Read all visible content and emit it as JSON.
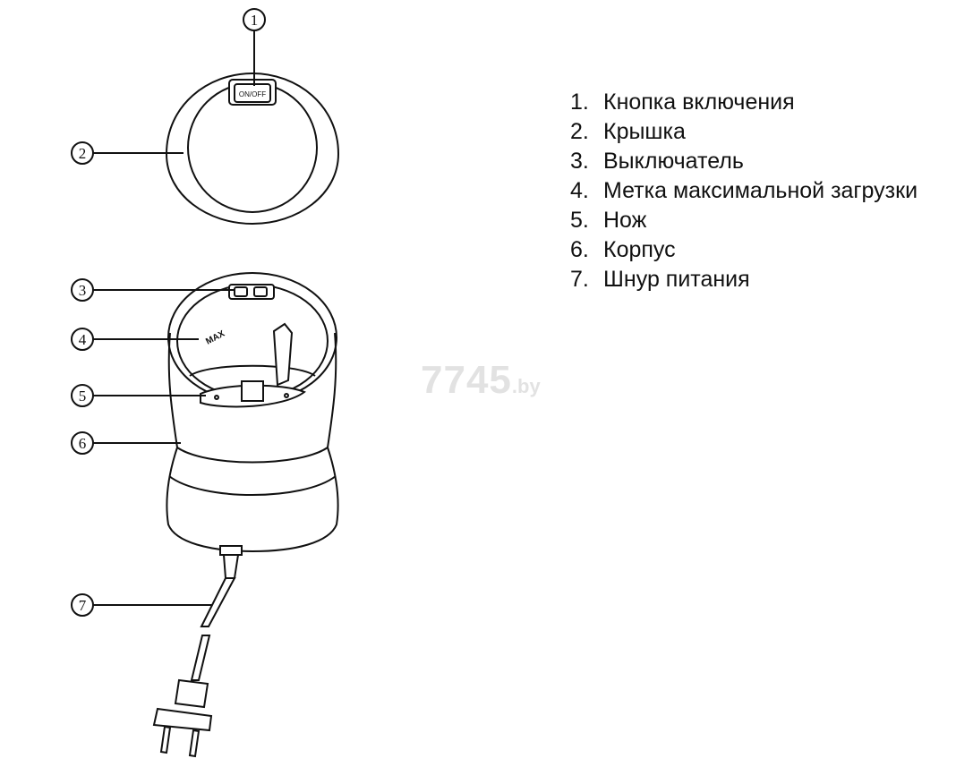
{
  "callouts": [
    {
      "num": "1"
    },
    {
      "num": "2"
    },
    {
      "num": "3"
    },
    {
      "num": "4"
    },
    {
      "num": "5"
    },
    {
      "num": "6"
    },
    {
      "num": "7"
    }
  ],
  "legend": [
    {
      "num": "1.",
      "label": "Кнопка включения"
    },
    {
      "num": "2.",
      "label": "Крышка"
    },
    {
      "num": "3.",
      "label": "Выключатель"
    },
    {
      "num": "4.",
      "label": "Метка максимальной загрузки"
    },
    {
      "num": "5.",
      "label": "Нож"
    },
    {
      "num": "6.",
      "label": "Корпус"
    },
    {
      "num": "7.",
      "label": "Шнур питания"
    }
  ],
  "lid_button_text": "ON/OFF",
  "max_mark_text": "MAX",
  "watermark": {
    "main": "7745",
    "suffix": ".by"
  }
}
